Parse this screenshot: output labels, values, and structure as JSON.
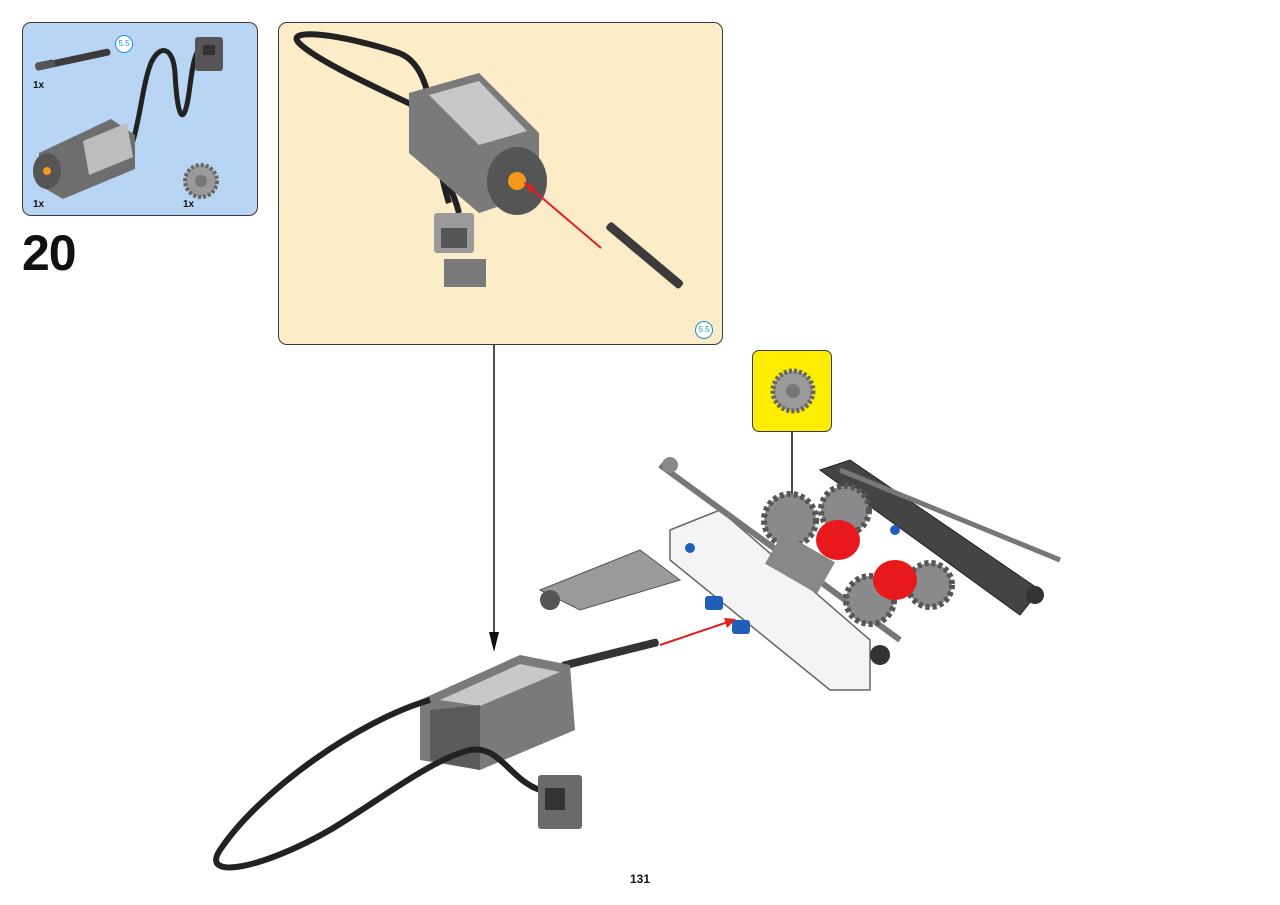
{
  "step": {
    "number": "20"
  },
  "parts_list": {
    "items": [
      {
        "name": "axle",
        "quantity": "1x",
        "length": "5.5"
      },
      {
        "name": "motor",
        "quantity": "1x"
      },
      {
        "name": "gear",
        "quantity": "1x"
      }
    ]
  },
  "sub_assembly": {
    "axle_length": "5.5"
  },
  "page": {
    "number": "131"
  },
  "colors": {
    "parts_background": "#b8d5f3",
    "sub_assembly_background": "#fdecc8",
    "callout_background": "#ffee00",
    "arrow": "#e02020",
    "red_parts": "#e8191c",
    "blue_pins": "#1f5fb8"
  }
}
